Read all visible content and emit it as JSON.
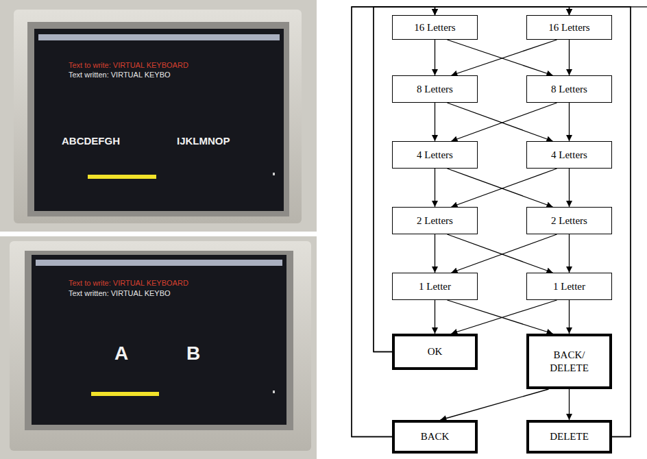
{
  "diagram": {
    "nodes": [
      {
        "text": [
          "16 Letters"
        ]
      },
      {
        "text": [
          "16 Letters"
        ]
      },
      {
        "text": [
          "8 Letters"
        ]
      },
      {
        "text": [
          "8 Letters"
        ]
      },
      {
        "text": [
          "4 Letters"
        ]
      },
      {
        "text": [
          "4 Letters"
        ]
      },
      {
        "text": [
          "2 Letters"
        ]
      },
      {
        "text": [
          "2 Letters"
        ]
      },
      {
        "text": [
          "1 Letter"
        ]
      },
      {
        "text": [
          "1 Letter"
        ]
      },
      {
        "text": [
          "OK"
        ]
      },
      {
        "text": [
          "BACK/ DELETE"
        ]
      },
      {
        "text": [
          "BACK"
        ]
      },
      {
        "text": [
          "DELETE"
        ]
      }
    ],
    "edges": [
      {
        "from": 0,
        "to": 2,
        "arrow": "to"
      },
      {
        "from": 0,
        "to": 3,
        "arrow": "to"
      },
      {
        "from": 1,
        "to": 2,
        "arrow": "to"
      },
      {
        "from": 1,
        "to": 3,
        "arrow": "to"
      },
      {
        "from": 2,
        "to": 4,
        "arrow": "to"
      },
      {
        "from": 2,
        "to": 5,
        "arrow": "to"
      },
      {
        "from": 3,
        "to": 4,
        "arrow": "to"
      },
      {
        "from": 3,
        "to": 5,
        "arrow": "to"
      },
      {
        "from": 4,
        "to": 6,
        "arrow": "to"
      },
      {
        "from": 4,
        "to": 7,
        "arrow": "to"
      },
      {
        "from": 5,
        "to": 6,
        "arrow": "to"
      },
      {
        "from": 5,
        "to": 7,
        "arrow": "to"
      },
      {
        "from": 6,
        "to": 8,
        "arrow": "to"
      },
      {
        "from": 6,
        "to": 9,
        "arrow": "to"
      },
      {
        "from": 7,
        "to": 8,
        "arrow": "to"
      },
      {
        "from": 7,
        "to": 9,
        "arrow": "to"
      },
      {
        "from": 8,
        "to": 10,
        "arrow": "to"
      },
      {
        "from": 8,
        "to": 11,
        "arrow": "to"
      },
      {
        "from": 9,
        "to": 10,
        "arrow": "to"
      },
      {
        "from": 9,
        "to": 11,
        "arrow": "to"
      },
      {
        "from": 11,
        "to": 12,
        "arrow": "to"
      },
      {
        "from": 11,
        "to": 13,
        "arrow": "to"
      },
      {
        "from": 10,
        "to": 0,
        "arrow": "to"
      },
      {
        "from": 10,
        "to": 1,
        "arrow": "to"
      },
      {
        "from": 12,
        "to": 0,
        "arrow": "to"
      },
      {
        "from": 12,
        "to": 1,
        "arrow": "to"
      },
      {
        "from": 13,
        "to": 0,
        "arrow": "to"
      },
      {
        "from": 13,
        "to": 1,
        "arrow": "to"
      }
    ],
    "labels": [
      "Text to write: VIRTUAL KEYBOARD",
      "Text written: VIRTUAL KEYBO",
      "ABCDEFGH",
      "IJKLMNOP",
      "Text to write: VIRTUAL KEYBOARD",
      "Text written: VIRTUAL KEYBO",
      "A",
      "B"
    ]
  }
}
